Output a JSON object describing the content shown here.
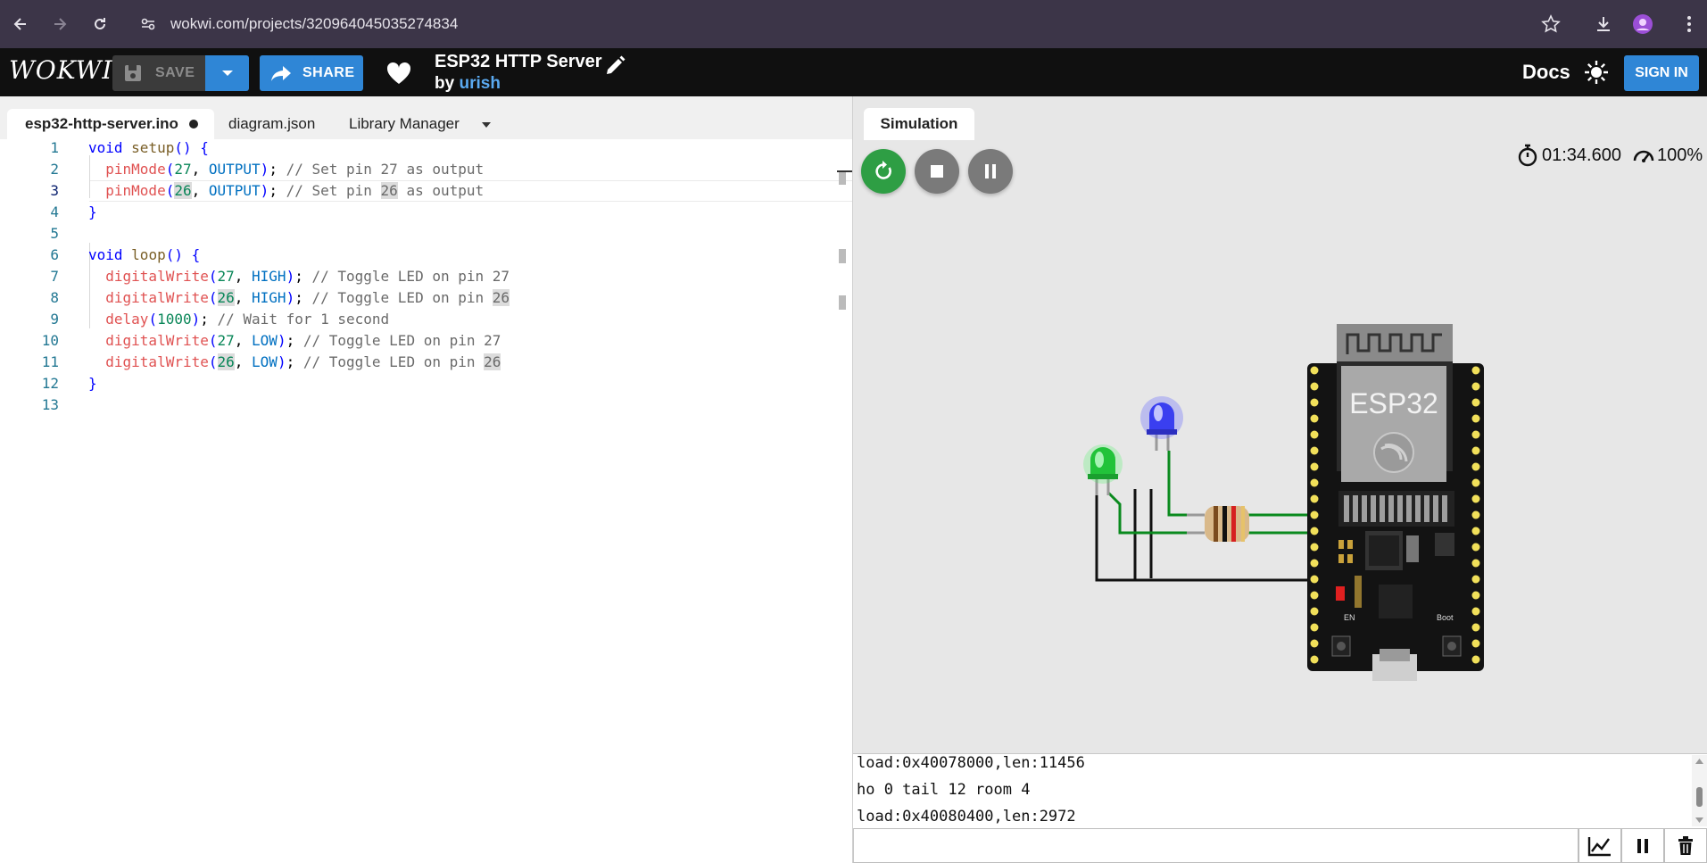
{
  "browser": {
    "url": "wokwi.com/projects/320964045035274834"
  },
  "header": {
    "logo": "WOKWI",
    "save_label": "SAVE",
    "share_label": "SHARE",
    "project_title": "ESP32 HTTP Server",
    "by_label": "by",
    "author": "urish",
    "docs_label": "Docs",
    "signin_label": "SIGN IN"
  },
  "editor": {
    "tabs": [
      {
        "label": "esp32-http-server.ino",
        "modified": true
      },
      {
        "label": "diagram.json"
      },
      {
        "label": "Library Manager"
      }
    ],
    "line_numbers": [
      "1",
      "2",
      "3",
      "4",
      "5",
      "6",
      "7",
      "8",
      "9",
      "10",
      "11",
      "12",
      "13"
    ],
    "current_line": 3,
    "lines": [
      "void setup() {",
      "  pinMode(27, OUTPUT); // Set pin 27 as output",
      "  pinMode(26, OUTPUT); // Set pin 26 as output",
      "}",
      "",
      "void loop() {",
      "  digitalWrite(27, HIGH); // Toggle LED on pin 27",
      "  digitalWrite(26, HIGH); // Toggle LED on pin 26",
      "  delay(1000); // Wait for 1 second",
      "  digitalWrite(27, LOW); // Toggle LED on pin 27",
      "  digitalWrite(26, LOW); // Toggle LED on pin 26",
      "}",
      ""
    ]
  },
  "simulation": {
    "tab_label": "Simulation",
    "time": "01:34.600",
    "speed": "100%",
    "board_label": "ESP32",
    "en_label": "EN",
    "boot_label": "Boot",
    "led_colors": {
      "green": "#22c33a",
      "blue": "#3a3ff0"
    }
  },
  "serial": {
    "lines": [
      "load:0x40078000,len:11456",
      "ho 0 tail 12 room 4",
      "load:0x40080400,len:2972"
    ],
    "input_value": ""
  },
  "colors": {
    "accent": "#2f86d6",
    "header_bg": "#101010",
    "restart_green": "#2e9e44"
  }
}
